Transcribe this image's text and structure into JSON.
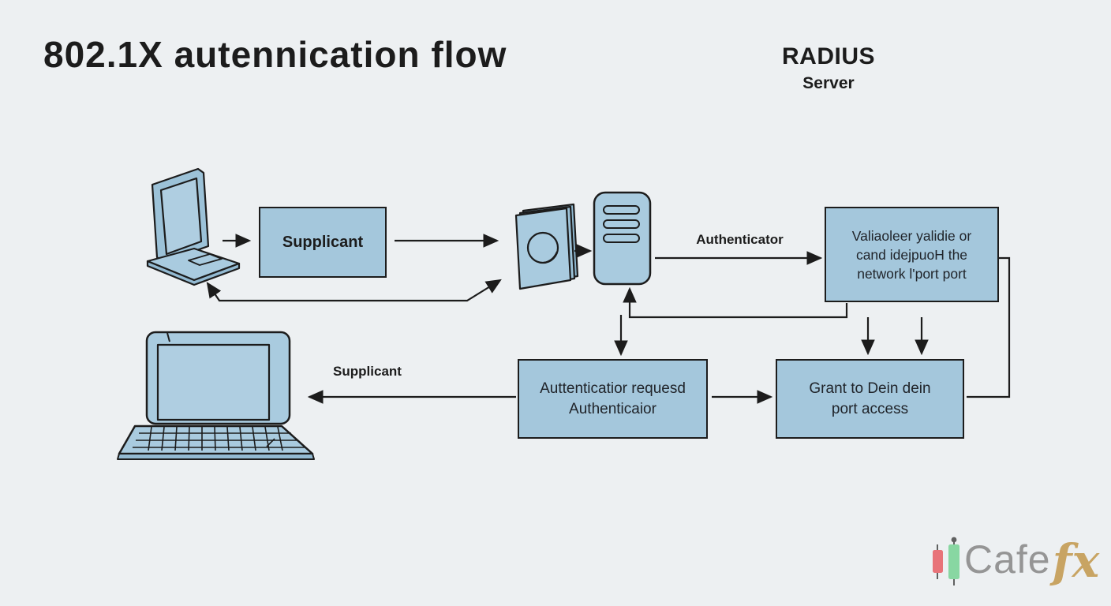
{
  "title": "802.1X autennication flow",
  "radius_server": {
    "lines": [
      "RADIUS",
      "Server"
    ]
  },
  "nodes": {
    "supplicant_box": {
      "label": "Supplicant"
    },
    "validate_box": {
      "lines": [
        "Valiaoleer yalidie or",
        "cand idejpuoH the",
        "network l'port port"
      ]
    },
    "auth_request_box": {
      "lines": [
        "Auttenticatior requesd",
        "Authenticaior"
      ]
    },
    "grant_box": {
      "lines": [
        "Grant to Dein dein",
        "port access"
      ]
    }
  },
  "labels": {
    "authenticator": "Authenticator",
    "supplicant_bottom": "Supplicant"
  },
  "icons": {
    "supplicant_device_top": "laptop-icon",
    "supplicant_device_bottom": "laptop-icon",
    "credential_book": "certificate-book-icon",
    "network_switch": "server-icon",
    "watermark_candles": "candlestick-chart-icon"
  },
  "watermark": {
    "text_primary": "Cafe",
    "text_accent": "fx"
  },
  "colors": {
    "background": "#edf0f2",
    "node_fill": "#a4c7dc",
    "node_border": "#1c1c1c",
    "arrow": "#1c1c1c",
    "text": "#1c1c1c",
    "logo_red": "#e8696f",
    "logo_green": "#80d59c",
    "logo_gray": "#8e8e8e",
    "logo_gold": "#c59e57"
  }
}
